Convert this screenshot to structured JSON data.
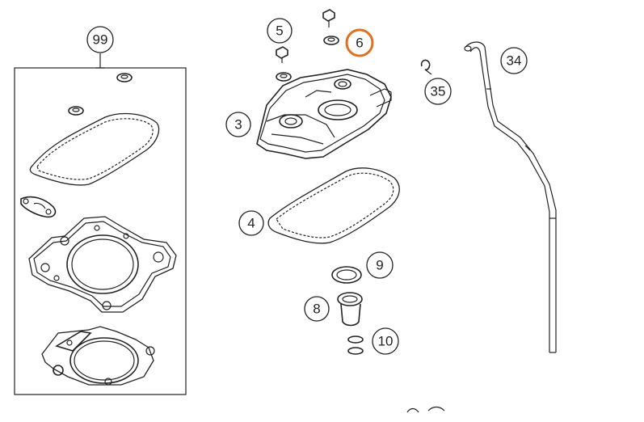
{
  "diagram": {
    "callouts": [
      {
        "id": "99",
        "label": "99"
      },
      {
        "id": "5",
        "label": "5"
      },
      {
        "id": "6",
        "label": "6",
        "highlighted": true
      },
      {
        "id": "3",
        "label": "3"
      },
      {
        "id": "34",
        "label": "34"
      },
      {
        "id": "35",
        "label": "35"
      },
      {
        "id": "4",
        "label": "4"
      },
      {
        "id": "9",
        "label": "9"
      },
      {
        "id": "8",
        "label": "8"
      },
      {
        "id": "10",
        "label": "10"
      }
    ],
    "colors": {
      "line": "#222222",
      "highlight": "#e07020",
      "background": "#ffffff"
    }
  }
}
